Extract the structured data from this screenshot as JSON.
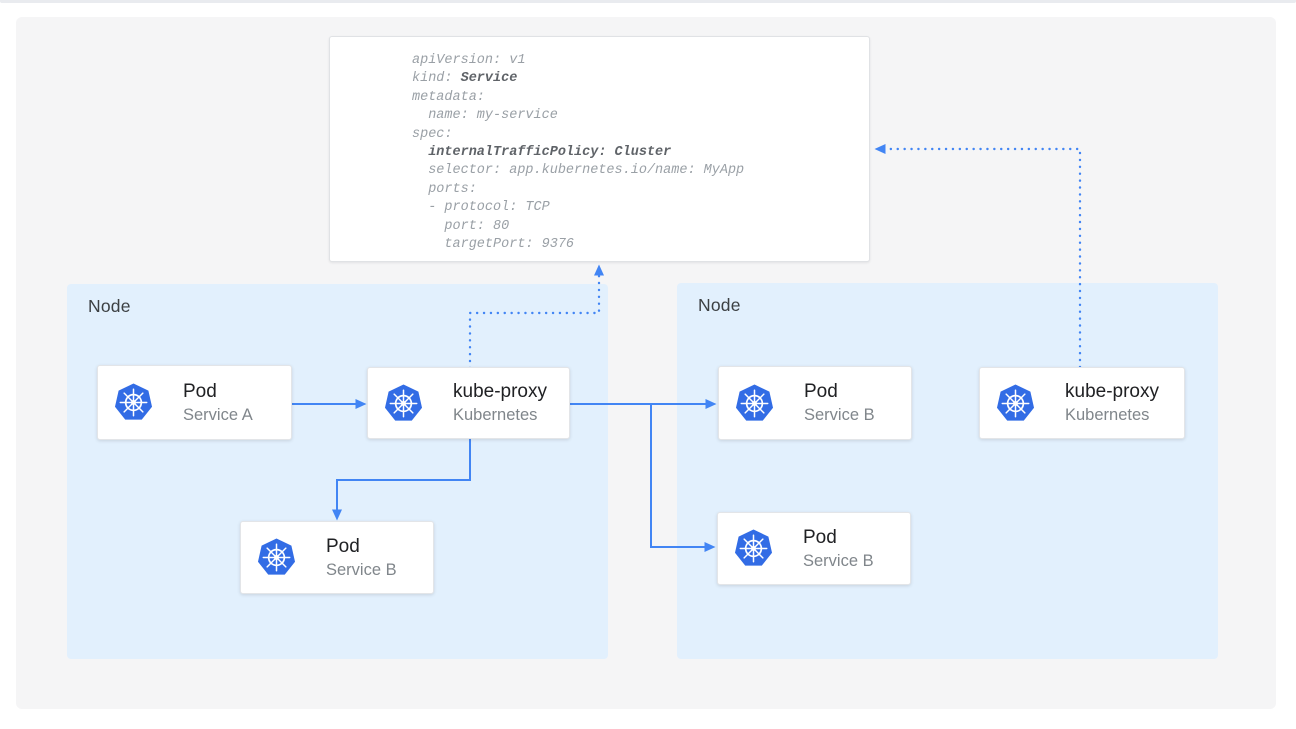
{
  "colors": {
    "arrow_blue": "#4285f4",
    "node_background": "#e2f0fd",
    "kubernetes_blue": "#326ce5",
    "panel_background": "#f5f5f6",
    "yaml_text": "#9aa0a6",
    "yaml_bold_text": "#5f6368"
  },
  "yaml_card": {
    "lines": [
      {
        "parts": [
          {
            "t": "apiVersion: v1",
            "b": false
          }
        ]
      },
      {
        "parts": [
          {
            "t": "kind: ",
            "b": false
          },
          {
            "t": "Service",
            "b": true
          }
        ]
      },
      {
        "parts": [
          {
            "t": "metadata:",
            "b": false
          }
        ]
      },
      {
        "parts": [
          {
            "t": "  name: my-service",
            "b": false
          }
        ]
      },
      {
        "parts": [
          {
            "t": "spec:",
            "b": false
          }
        ]
      },
      {
        "parts": [
          {
            "t": "  ",
            "b": false
          },
          {
            "t": "internalTrafficPolicy: Cluster",
            "b": true
          }
        ]
      },
      {
        "parts": [
          {
            "t": "  selector: app.kubernetes.io/name: MyApp",
            "b": false
          }
        ]
      },
      {
        "parts": [
          {
            "t": "  ports:",
            "b": false
          }
        ]
      },
      {
        "parts": [
          {
            "t": "  - protocol: TCP",
            "b": false
          }
        ]
      },
      {
        "parts": [
          {
            "t": "    port: 80",
            "b": false
          }
        ]
      },
      {
        "parts": [
          {
            "t": "    targetPort: 9376",
            "b": false
          }
        ]
      }
    ]
  },
  "node_left": {
    "label": "Node"
  },
  "node_right": {
    "label": "Node"
  },
  "cards": {
    "pod_service_a": {
      "title": "Pod",
      "subtitle": "Service A"
    },
    "kube_proxy_left": {
      "title": "kube-proxy",
      "subtitle": "Kubernetes"
    },
    "pod_service_b_left": {
      "title": "Pod",
      "subtitle": "Service B"
    },
    "pod_service_b_right_top": {
      "title": "Pod",
      "subtitle": "Service B"
    },
    "pod_service_b_right_bottom": {
      "title": "Pod",
      "subtitle": "Service B"
    },
    "kube_proxy_right": {
      "title": "kube-proxy",
      "subtitle": "Kubernetes"
    }
  }
}
